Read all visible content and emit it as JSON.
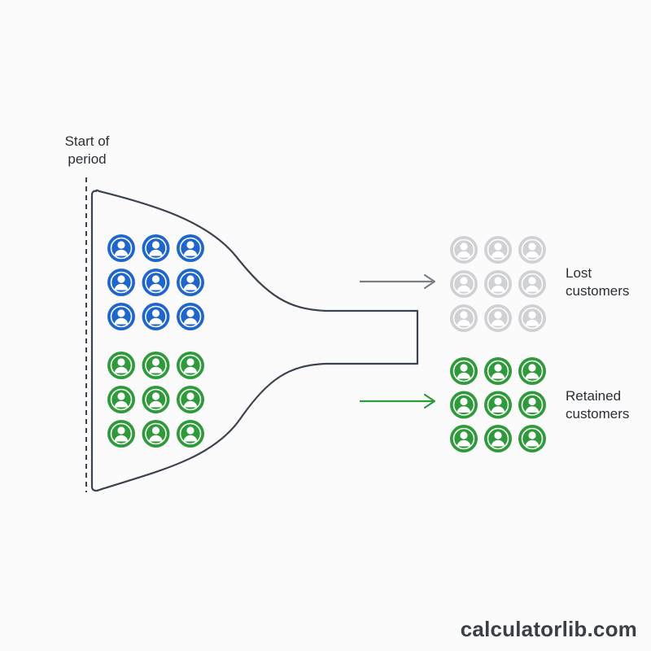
{
  "labels": {
    "start": [
      "Start of",
      "period"
    ],
    "lost": [
      "Lost",
      "customers"
    ],
    "retained": [
      "Retained",
      "customers"
    ]
  },
  "watermark": "calculatorlib.com",
  "groups": {
    "start_lost": {
      "count": 9,
      "color": "#1f66cc"
    },
    "start_retained": {
      "count": 9,
      "color": "#2e9a3a"
    },
    "lost": {
      "count": 9,
      "color": "#cfd1d4"
    },
    "retained": {
      "count": 9,
      "color": "#2e9a3a"
    }
  },
  "colors": {
    "funnel_stroke": "#3b4250",
    "lost_arrow": "#7b8088",
    "retained_arrow": "#2e9a3a",
    "period_line": "#3b4250"
  },
  "icon": "user-avatar-icon"
}
